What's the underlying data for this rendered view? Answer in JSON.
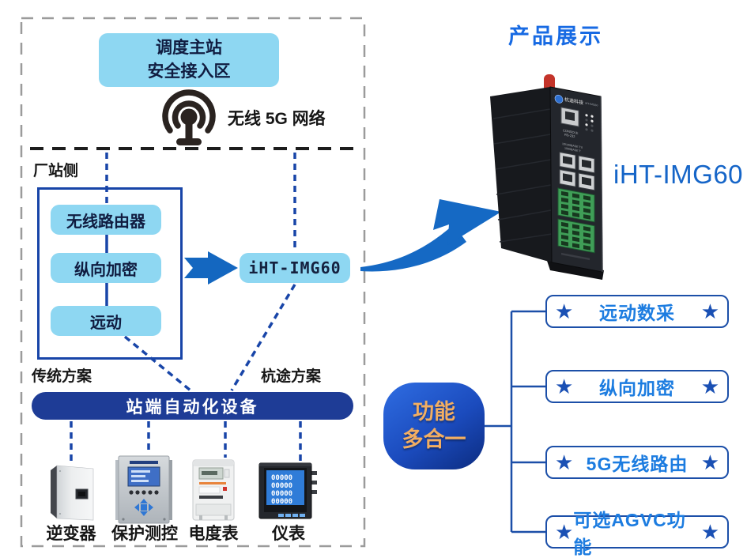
{
  "diagram": {
    "top_box": {
      "line1": "调度主站",
      "line2": "安全接入区"
    },
    "network_label": "无线 5G 网络",
    "plant_side_label": "厂站侧",
    "stack_boxes": [
      "无线路由器",
      "纵向加密",
      "远动"
    ],
    "gateway_box_label": "iHT-IMG60",
    "scheme_left": "传统方案",
    "scheme_right": "杭途方案",
    "bottom_bar": "站端自动化设备",
    "devices": [
      {
        "label": "逆变器"
      },
      {
        "label": "保护测控"
      },
      {
        "label": "电度表"
      },
      {
        "label": "仪表"
      }
    ]
  },
  "product": {
    "section_title": "产品展示",
    "model_label": "iHT-IMG60",
    "panel": {
      "brand": "杭途科技",
      "model_small": "iHT-IMG60",
      "console_line1": "CONSOLE",
      "console_line2": "RS-232",
      "ports_line1": "10/100BASE TX",
      "ports_line2": "1000BASE T"
    }
  },
  "features": {
    "hub_line1": "功能",
    "hub_line2": "多合一",
    "star": "★",
    "items": [
      {
        "label": "远动数采"
      },
      {
        "label": "纵向加密"
      },
      {
        "label": "5G无线路由"
      },
      {
        "label": "可选AGVC功能"
      }
    ]
  },
  "colors": {
    "sky_box": "#8ed7f2",
    "box_text_navy": "#101c40",
    "royal_blue_line": "#1845a8",
    "navy_bar": "#1e3c96",
    "flow_arrow_blue": "#1467c0",
    "title_blue": "#176ae3",
    "model_label_blue": "#1565c8",
    "feature_text_blue": "#1c7ce0",
    "star_blue": "#1a50b4",
    "hub_gradient_top": "#2f6de2",
    "hub_gradient_bottom": "#0c2c80",
    "hub_text_gold": "#f2ae62",
    "frame_dash_gray": "#9b9b9b",
    "antenna_red": "#c4342a"
  }
}
